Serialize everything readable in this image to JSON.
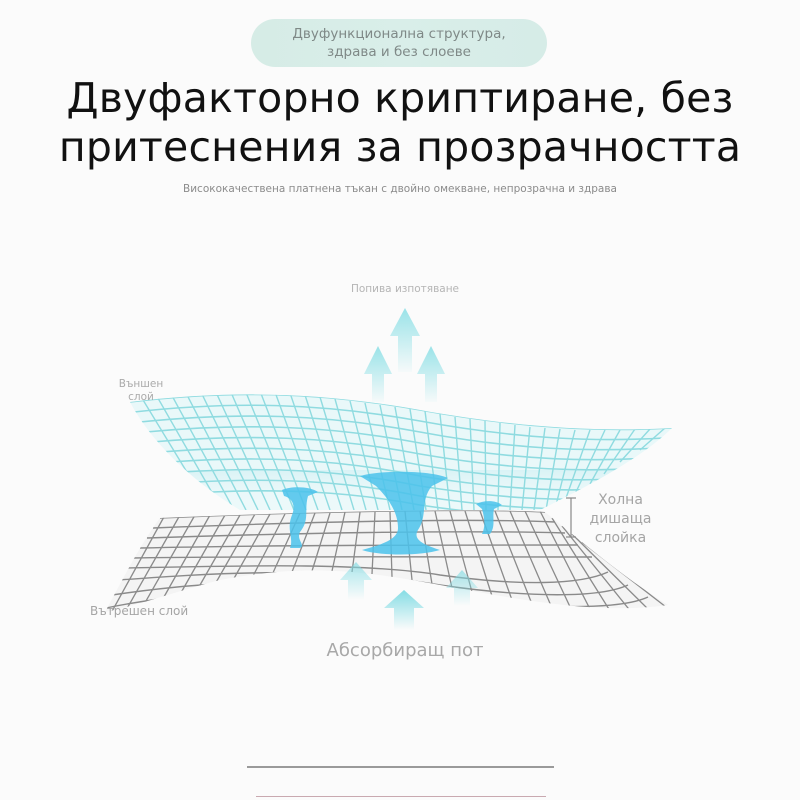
{
  "badge": {
    "line1": "Двуфункционална структура,",
    "line2": "здрава и без слоеве",
    "color": "#d6ece6"
  },
  "headline": {
    "line1": "Двуфакторно криптиране, без",
    "line2": "притеснения за прозрачността"
  },
  "subheadline": "Висококачествена платнена тъкан с двойно омекване, непрозрачна и здрава",
  "diagram": {
    "top_label": "Попива изпотяване",
    "outer_layer": {
      "line1": "Външен",
      "line2": "слой",
      "mesh_color": "#8fdbe0"
    },
    "middle_layer": {
      "line1": "Холна",
      "line2": "дишаща",
      "line3": "слойка"
    },
    "inner_layer": {
      "label": "Вътрешен слой",
      "mesh_color": "#8a8a8a"
    },
    "bottom_label": "Абсорбиращ пот",
    "arrow_color": "#7fdbe3",
    "droplet_color": "#4cc3ec",
    "icons": [
      "arrow-up-icon",
      "arrow-up-icon",
      "arrow-up-icon",
      "arrow-up-icon",
      "arrow-up-icon",
      "bracket-icon"
    ]
  }
}
